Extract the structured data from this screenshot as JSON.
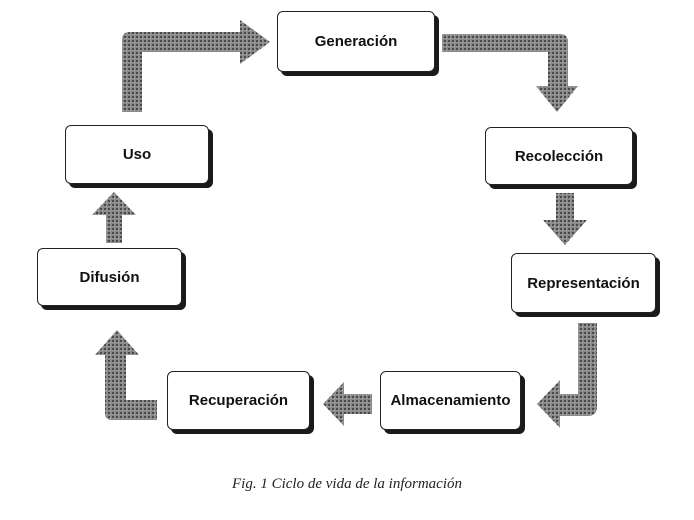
{
  "diagram": {
    "type": "cycle",
    "nodes": [
      {
        "id": "generacion",
        "label": "Generación"
      },
      {
        "id": "recoleccion",
        "label": "Recolección"
      },
      {
        "id": "representacion",
        "label": "Representación"
      },
      {
        "id": "almacenamiento",
        "label": "Almacenamiento"
      },
      {
        "id": "recuperacion",
        "label": "Recuperación"
      },
      {
        "id": "difusion",
        "label": "Difusión"
      },
      {
        "id": "uso",
        "label": "Uso"
      }
    ],
    "edges": [
      {
        "from": "generacion",
        "to": "recoleccion"
      },
      {
        "from": "recoleccion",
        "to": "representacion"
      },
      {
        "from": "representacion",
        "to": "almacenamiento"
      },
      {
        "from": "almacenamiento",
        "to": "recuperacion"
      },
      {
        "from": "recuperacion",
        "to": "difusion"
      },
      {
        "from": "difusion",
        "to": "uso"
      },
      {
        "from": "uso",
        "to": "generacion"
      }
    ],
    "caption": "Fig. 1 Ciclo de vida de la información",
    "colors": {
      "arrow": "#6e6e6e",
      "box_border": "#222222",
      "shadow": "#1a1a1a"
    }
  }
}
